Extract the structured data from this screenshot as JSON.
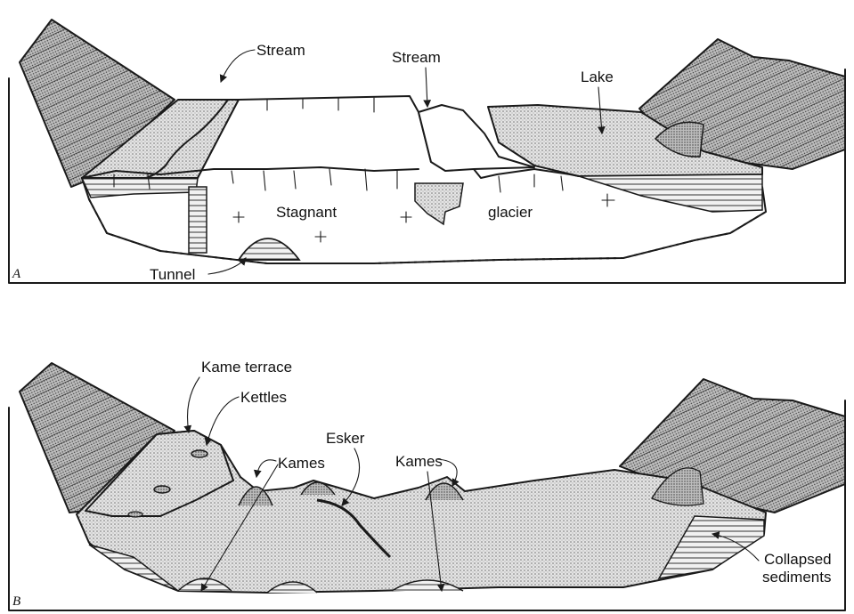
{
  "panels": [
    {
      "id": "A",
      "letter": "A",
      "labels": {
        "stream_left": "Stream",
        "stream_center": "Stream",
        "lake": "Lake",
        "stagnant": "Stagnant",
        "glacier": "glacier",
        "tunnel": "Tunnel"
      }
    },
    {
      "id": "B",
      "letter": "B",
      "labels": {
        "kame_terrace": "Kame terrace",
        "kettles": "Kettles",
        "kames_left": "Kames",
        "esker": "Esker",
        "kames_right": "Kames",
        "collapsed_1": "Collapsed",
        "collapsed_2": "sediments"
      }
    }
  ],
  "colors": {
    "ink": "#1a1a1a",
    "rock_fill": "#b9b9b9",
    "sediment_fill": "#d9d9d9",
    "ice_fill": "#ffffff"
  }
}
